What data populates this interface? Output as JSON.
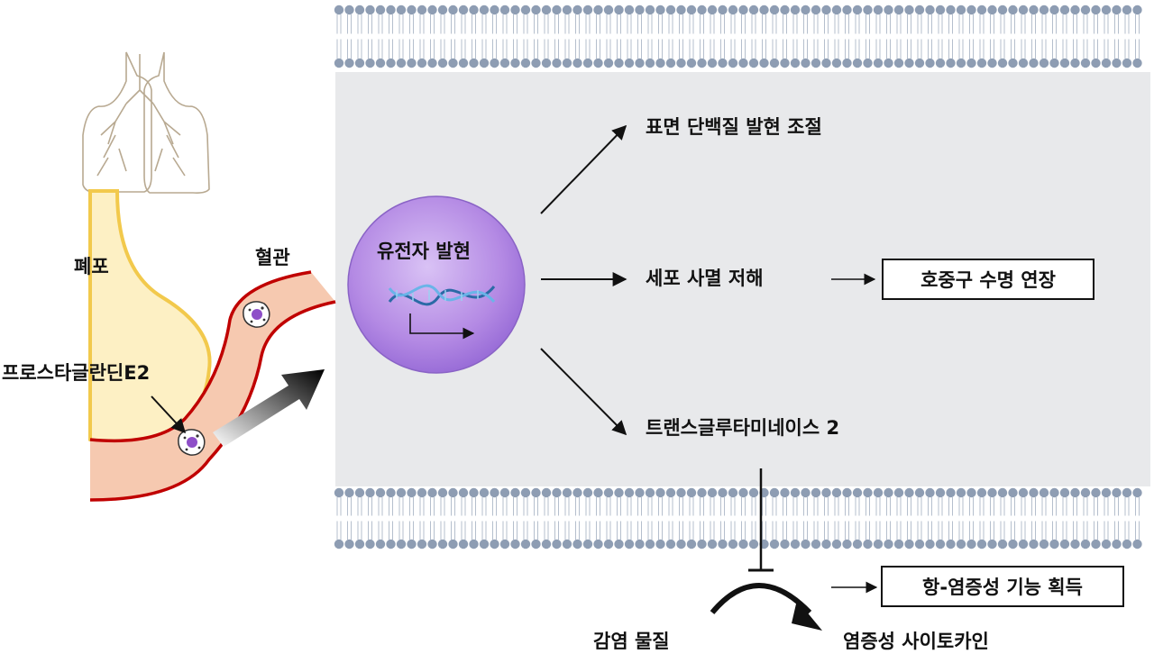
{
  "labels": {
    "alveolus": "폐포",
    "vessel": "혈관",
    "pge2": "프로스타글란딘E2",
    "gene_expression": "유전자 발현",
    "surface_protein": "표면 단백질 발현 조절",
    "apoptosis_inhibition": "세포 사멸 저해",
    "lifespan_extension": "호중구 수명 연장",
    "transglutaminase": "트랜스글루타미네이스 2",
    "infectious_agent": "감염 물질",
    "inflammatory_cytokine": "염증성 사이토카인",
    "anti_inflammatory": "항-염증성 기능 획득"
  },
  "colors": {
    "membrane_head": "#8e9db3",
    "cell_interior": "#e8e9eb",
    "alveolus_fill": "#fdf0c4",
    "alveolus_outline": "#f2c94c",
    "vessel_fill": "#f6c9b0",
    "vessel_wall": "#c00000",
    "nucleus_fill": "#b98fe6",
    "dna_blue": "#3f8fcc"
  }
}
